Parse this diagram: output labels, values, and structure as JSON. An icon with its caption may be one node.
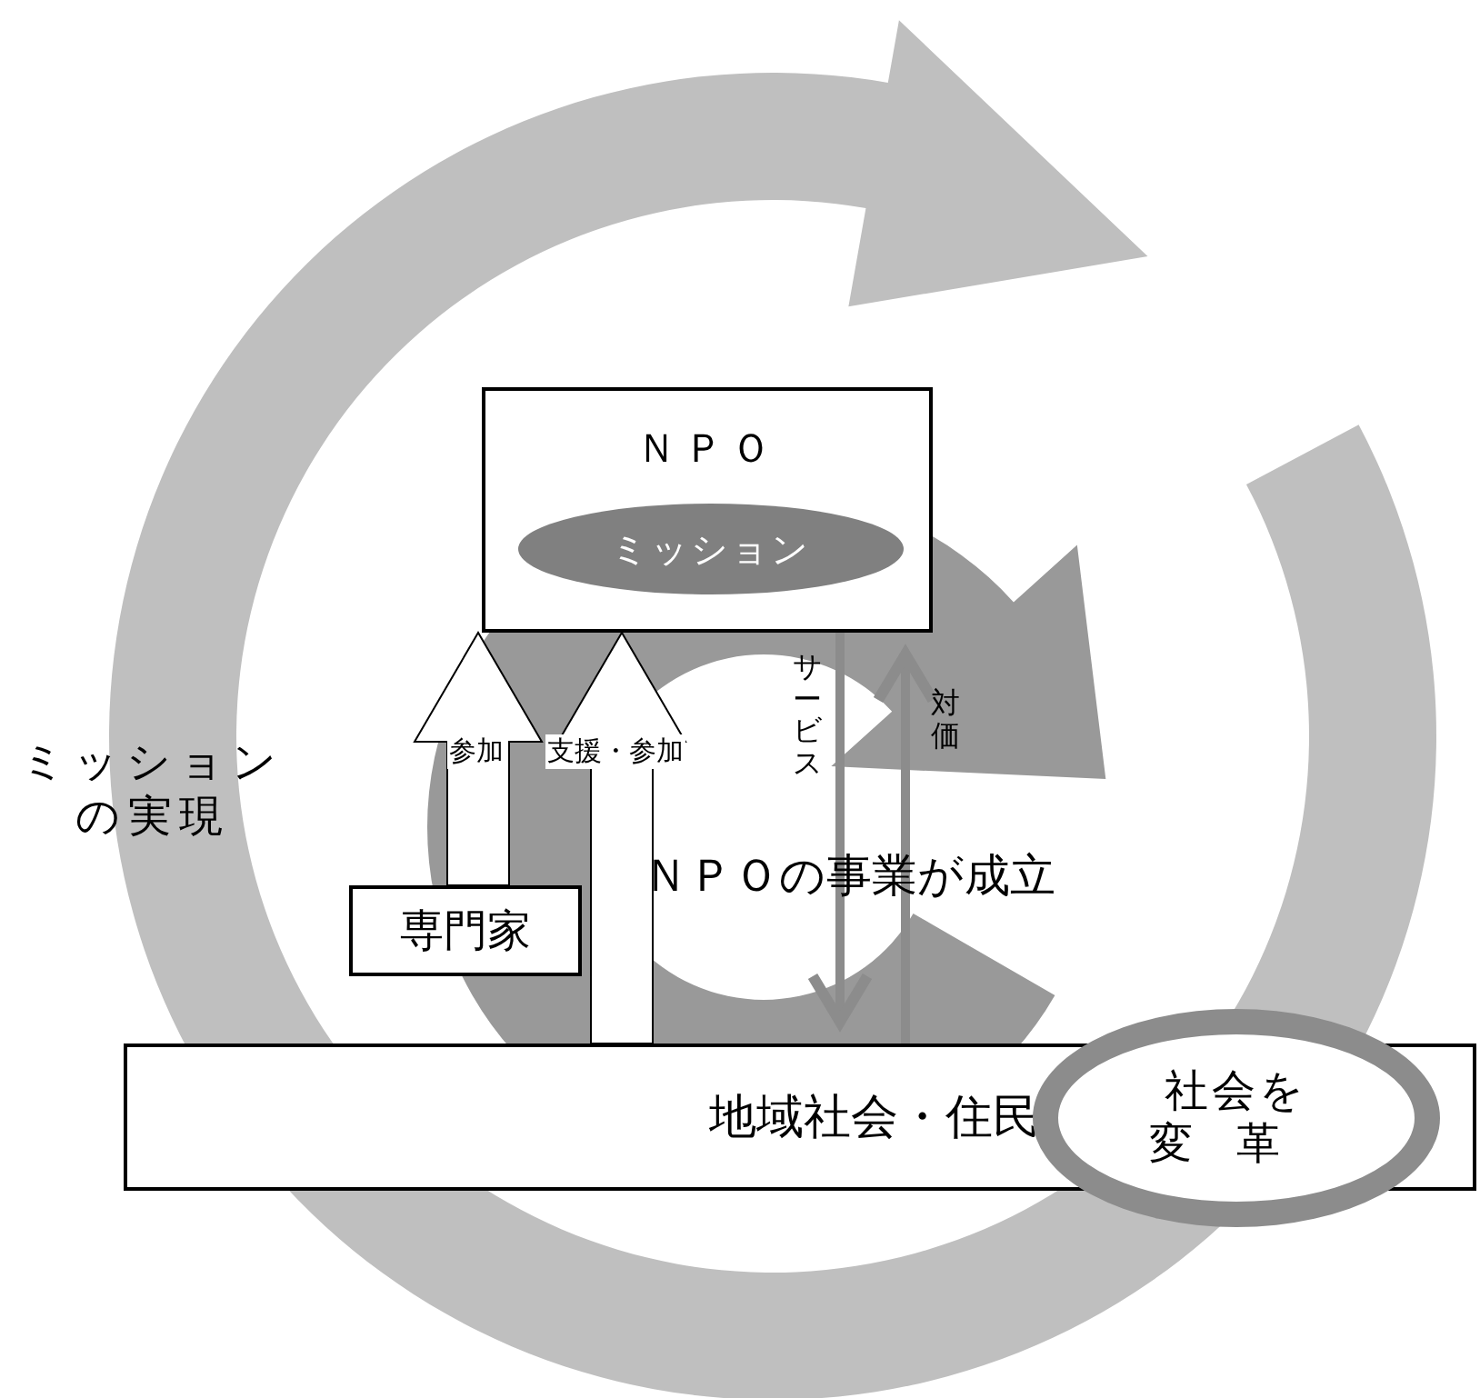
{
  "diagram": {
    "nodes": [
      {
        "text": [
          "ＮＰＯ"
        ]
      },
      {
        "text": [
          "ミッション"
        ],
        "in": 0
      },
      {
        "text": [
          "専門家"
        ]
      },
      {
        "text": [
          "地域社会・住民"
        ]
      },
      {
        "text": [
          "社会を",
          "変革"
        ]
      }
    ],
    "edges": [
      {
        "from": 2,
        "to": 0,
        "arrow": "to",
        "label": "参加",
        "style": "thick"
      },
      {
        "from": 3,
        "to": 0,
        "arrow": "to",
        "label": "支援・参加",
        "style": "thick"
      },
      {
        "from": 0,
        "to": 3,
        "arrow": "to",
        "label": "サービス",
        "color": "#8c8c8c"
      },
      {
        "from": 3,
        "to": 0,
        "arrow": "to",
        "label": "対価",
        "color": "#8c8c8c"
      }
    ],
    "labels": [
      "ミッションの実現",
      "ＮＰＯの事業が成立"
    ]
  }
}
